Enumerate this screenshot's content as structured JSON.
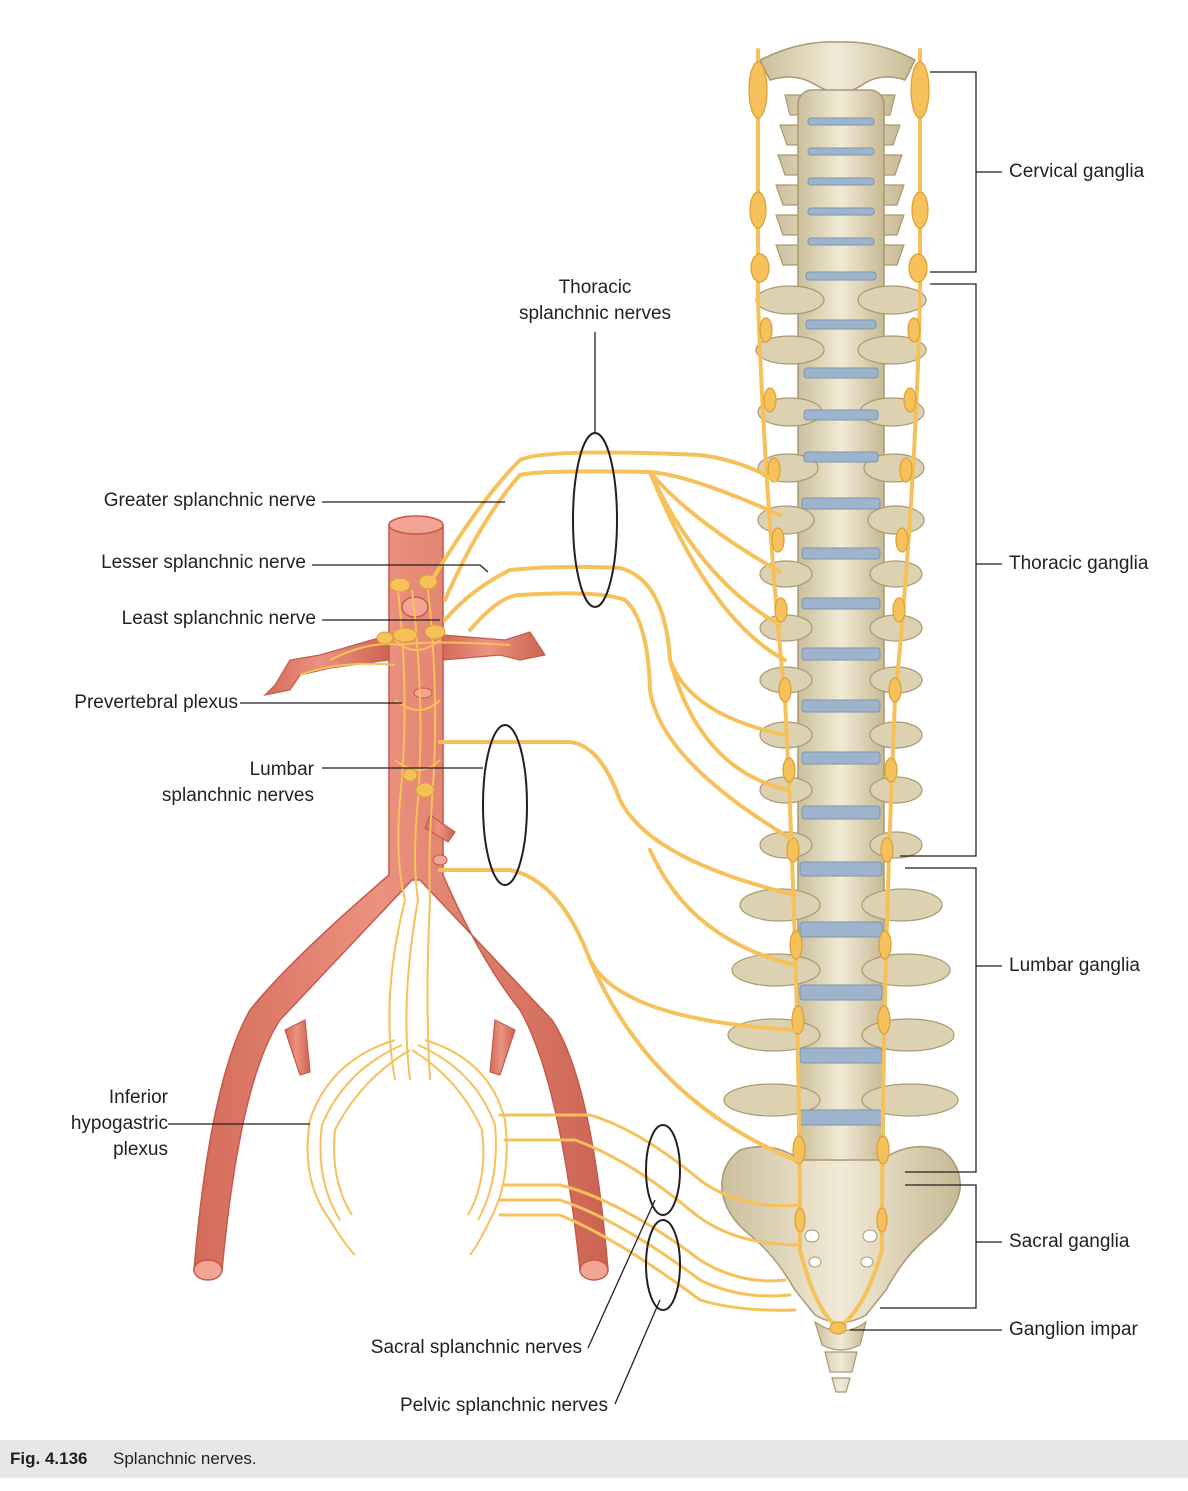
{
  "labels": {
    "cervical_ganglia": "Cervical ganglia",
    "thoracic_ganglia": "Thoracic ganglia",
    "lumbar_ganglia": "Lumbar ganglia",
    "sacral_ganglia": "Sacral ganglia",
    "ganglion_impar": "Ganglion impar",
    "thoracic_splanchnic_1": "Thoracic",
    "thoracic_splanchnic_2": "splanchnic nerves",
    "greater_splanchnic": "Greater splanchnic nerve",
    "lesser_splanchnic": "Lesser splanchnic nerve",
    "least_splanchnic": "Least splanchnic nerve",
    "prevertebral_plexus": "Prevertebral plexus",
    "lumbar_splanchnic_1": "Lumbar",
    "lumbar_splanchnic_2": "splanchnic nerves",
    "inferior_hypogastric_1": "Inferior",
    "inferior_hypogastric_2": "hypogastric",
    "inferior_hypogastric_3": "plexus",
    "sacral_splanchnic": "Sacral splanchnic nerves",
    "pelvic_splanchnic": "Pelvic splanchnic nerves"
  },
  "caption": {
    "number": "Fig. 4.136",
    "text": "Splanchnic nerves."
  },
  "colors": {
    "bone": "#e8dfc4",
    "bone_shadow": "#c9bc98",
    "disc": "#9db4cc",
    "nerve": "#f6c05a",
    "nerve_dark": "#d9a032",
    "aorta": "#e57f6d",
    "aorta_dark": "#c45a4a",
    "leader": "#231f20"
  }
}
